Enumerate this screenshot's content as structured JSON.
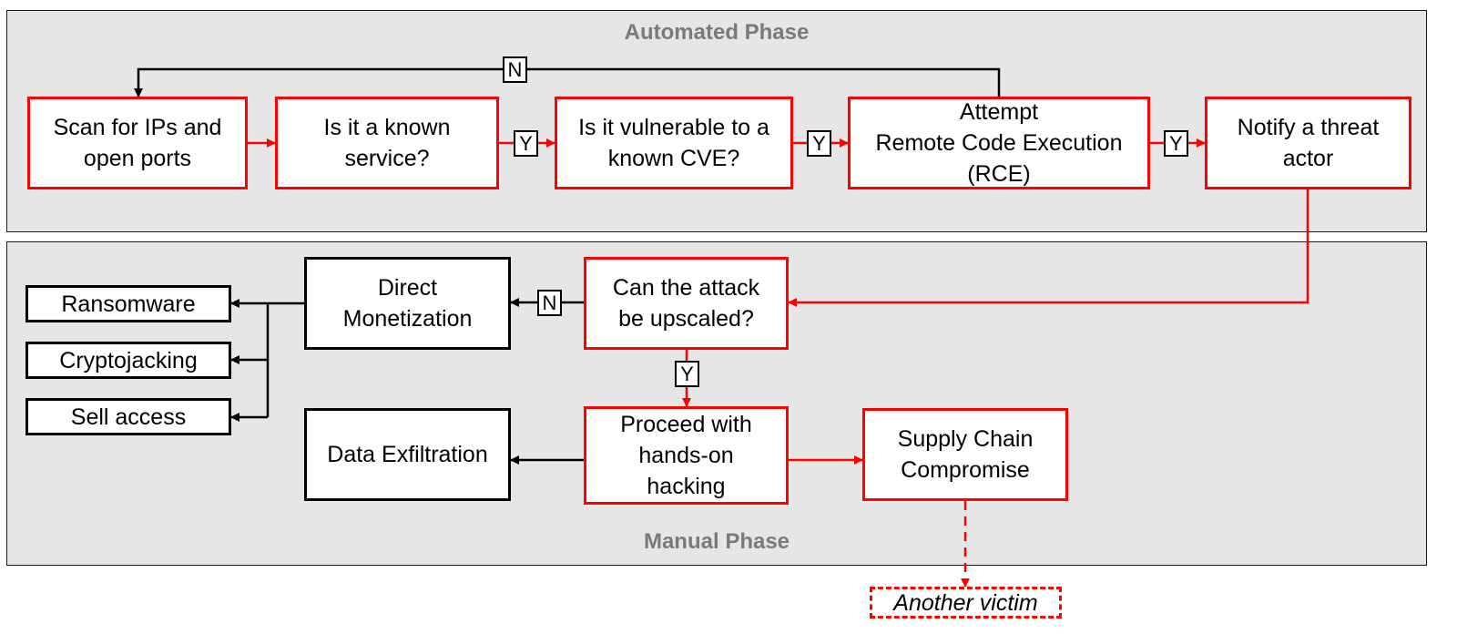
{
  "automated_phase": {
    "title": "Automated Phase"
  },
  "manual_phase": {
    "title": "Manual Phase"
  },
  "nodes": {
    "scan": "Scan for IPs and\nopen ports",
    "known_service": "Is it a known\nservice?",
    "vulnerable_cve": "Is it vulnerable to a\nknown CVE?",
    "attempt_rce": "Attempt\nRemote Code Execution\n(RCE)",
    "notify": "Notify a threat\nactor",
    "upscaled": "Can the attack\nbe upscaled?",
    "direct_monetization": "Direct\nMonetization",
    "ransomware": "Ransomware",
    "cryptojacking": "Cryptojacking",
    "sell_access": "Sell access",
    "hands_on": "Proceed with\nhands-on\nhacking",
    "data_exfiltration": "Data Exfiltration",
    "supply_chain": "Supply Chain\nCompromise",
    "another_victim": "Another victim"
  },
  "labels": {
    "yes": "Y",
    "no": "N"
  },
  "colors": {
    "accent": "#ff0000",
    "neutral": "#000000",
    "phase_bg": "#e6e6e6",
    "phase_title": "#7a7a7a"
  }
}
